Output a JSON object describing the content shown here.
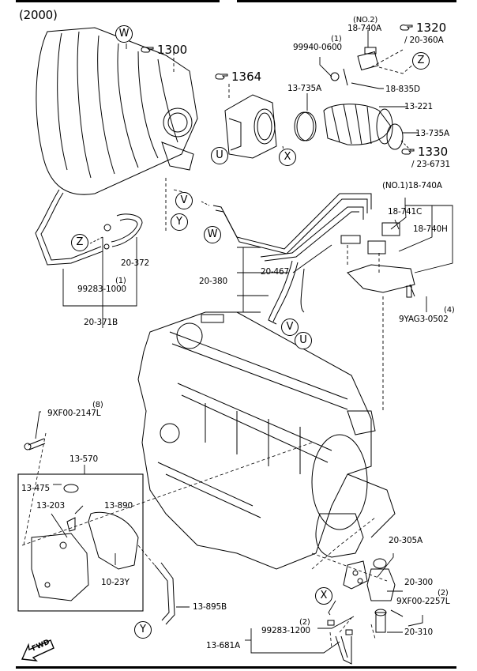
{
  "diagram": {
    "year_label": "(2000)",
    "orientation_label": "FWD",
    "references": [
      {
        "id": "ref-1300",
        "text": "1300",
        "sub": ""
      },
      {
        "id": "ref-1364",
        "text": "1364",
        "sub": ""
      },
      {
        "id": "ref-1320",
        "text": "1320",
        "sub": "/ 20-360A"
      },
      {
        "id": "ref-1330",
        "text": "1330",
        "sub": "/ 23-6731"
      }
    ],
    "connectors": [
      "W",
      "U",
      "X",
      "Z",
      "V",
      "Y",
      "W",
      "V",
      "U",
      "X",
      "Y",
      "Z"
    ],
    "parts": {
      "p_99940_0600_qty": "(1)",
      "p_99940_0600": "99940-0600",
      "p_18_740A_no2_note": "(NO.2)",
      "p_18_740A_no2": "18-740A",
      "p_18_835D": "18-835D",
      "p_13_735A_top": "13-735A",
      "p_13_221": "13-221",
      "p_13_735A_right": "13-735A",
      "p_18_740A_no1": "(NO.1)18-740A",
      "p_18_741C": "18-741C",
      "p_18_740H": "18-740H",
      "p_20_467": "20-467",
      "p_20_380": "20-380",
      "p_9YAG3_0502_qty": "(4)",
      "p_9YAG3_0502": "9YAG3-0502",
      "p_20_372": "20-372",
      "p_99283_1000_qty": "(1)",
      "p_99283_1000": "99283-1000",
      "p_20_371B": "20-371B",
      "p_9XF00_2147L_qty": "(8)",
      "p_9XF00_2147L": "9XF00-2147L",
      "p_13_570": "13-570",
      "p_13_475": "13-475",
      "p_13_203": "13-203",
      "p_13_890": "13-890",
      "p_10_23Y": "10-23Y",
      "p_13_895B": "13-895B",
      "p_20_305A": "20-305A",
      "p_20_300": "20-300",
      "p_9XF00_2257L_qty": "(2)",
      "p_9XF00_2257L": "9XF00-2257L",
      "p_20_310": "20-310",
      "p_99283_1200_qty": "(2)",
      "p_99283_1200": "99283-1200",
      "p_13_681A": "13-681A"
    }
  }
}
